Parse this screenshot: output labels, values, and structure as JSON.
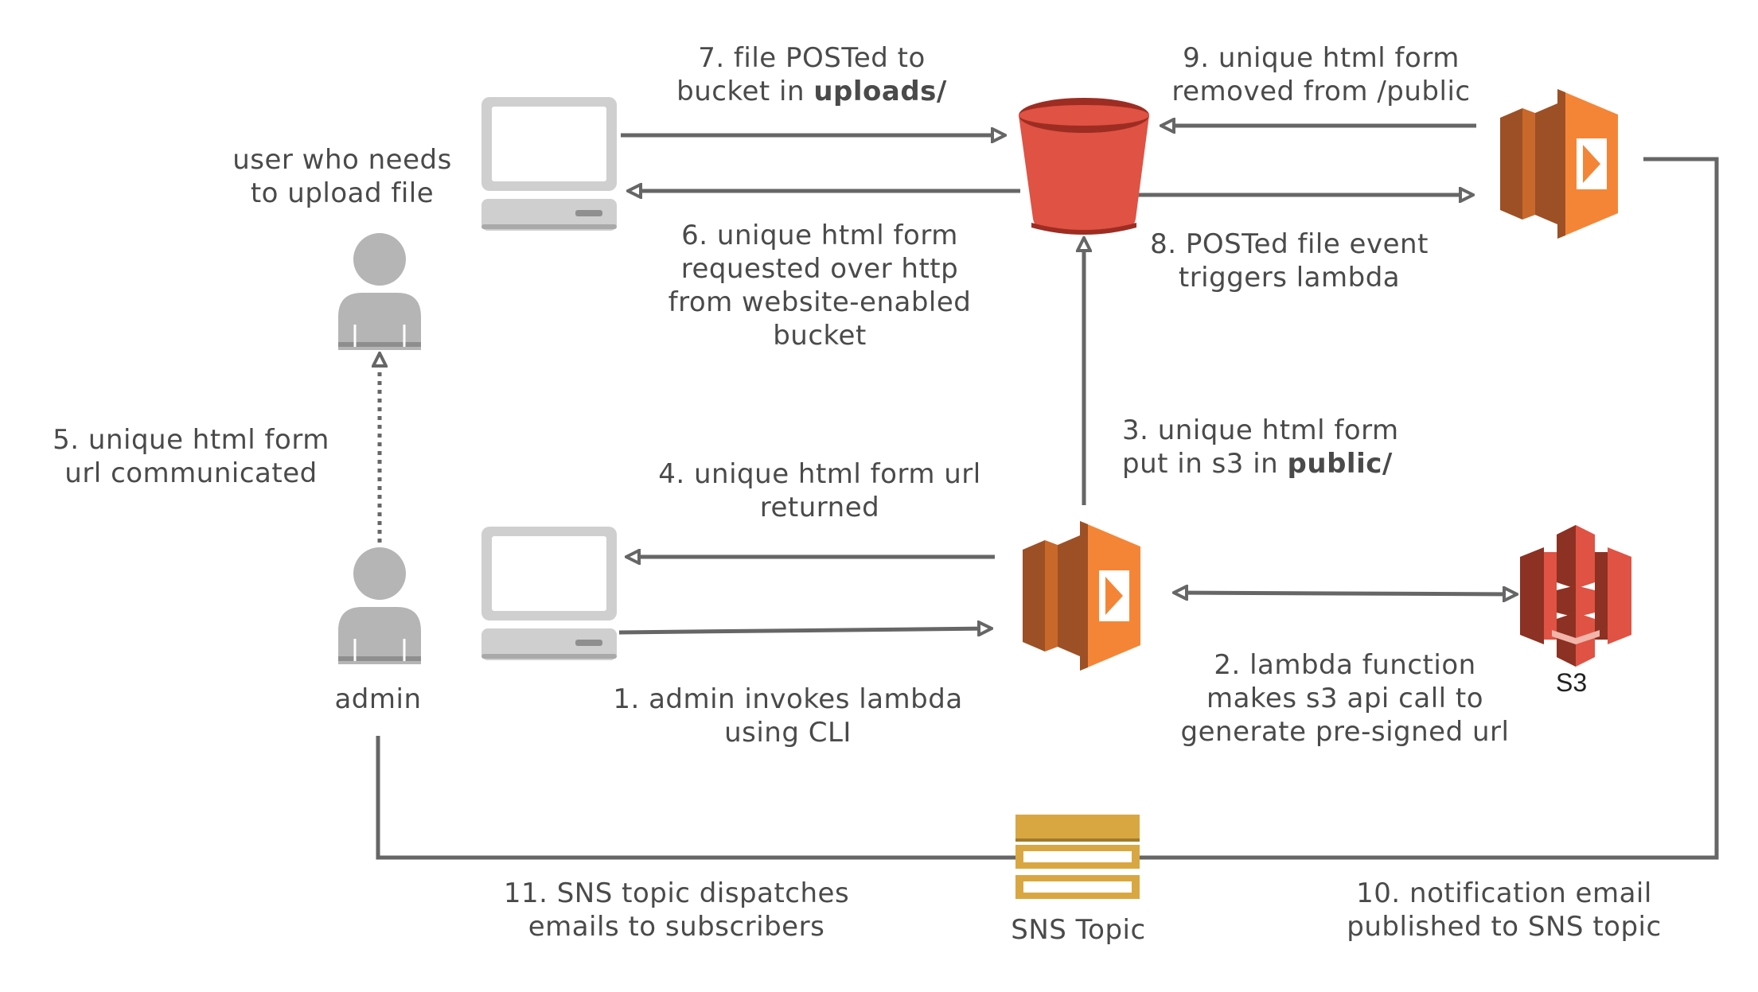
{
  "colors": {
    "line": "#666666",
    "text": "#4a4a4a",
    "computer_body": "#cfcfcf",
    "computer_screen": "#ffffff",
    "person": "#b5b5b5",
    "bucket": "#e05243",
    "bucket_dark": "#9d2d22",
    "lambda_front": "#f58536",
    "lambda_dark": "#9d5025",
    "lambda_mid": "#c9682b",
    "s3_red": "#e05243",
    "s3_dark": "#8c3123",
    "sns": "#d9a741"
  },
  "actors": {
    "user_label": "user who needs\nto upload file",
    "admin_label": "admin"
  },
  "services": {
    "s3_label": "S3",
    "sns_label": "SNS Topic"
  },
  "steps": {
    "s1": "1. admin invokes lambda\nusing CLI",
    "s2": "2. lambda function\nmakes s3 api call to\ngenerate pre-signed url",
    "s3_prefix": "3. unique html form\nput in s3 in ",
    "s3_bold": "public/",
    "s4": "4. unique html form url\nreturned",
    "s5": "5. unique html form\nurl communicated",
    "s6": "6. unique html form\nrequested over http\nfrom website-enabled\nbucket",
    "s7_prefix": "7. file POSTed to\nbucket in ",
    "s7_bold": "uploads/",
    "s8": "8. POSTed file event\ntriggers lambda",
    "s9": "9. unique html form\nremoved from /public",
    "s10": "10. notification email\npublished to SNS topic",
    "s11": "11. SNS topic dispatches\nemails to subscribers"
  }
}
